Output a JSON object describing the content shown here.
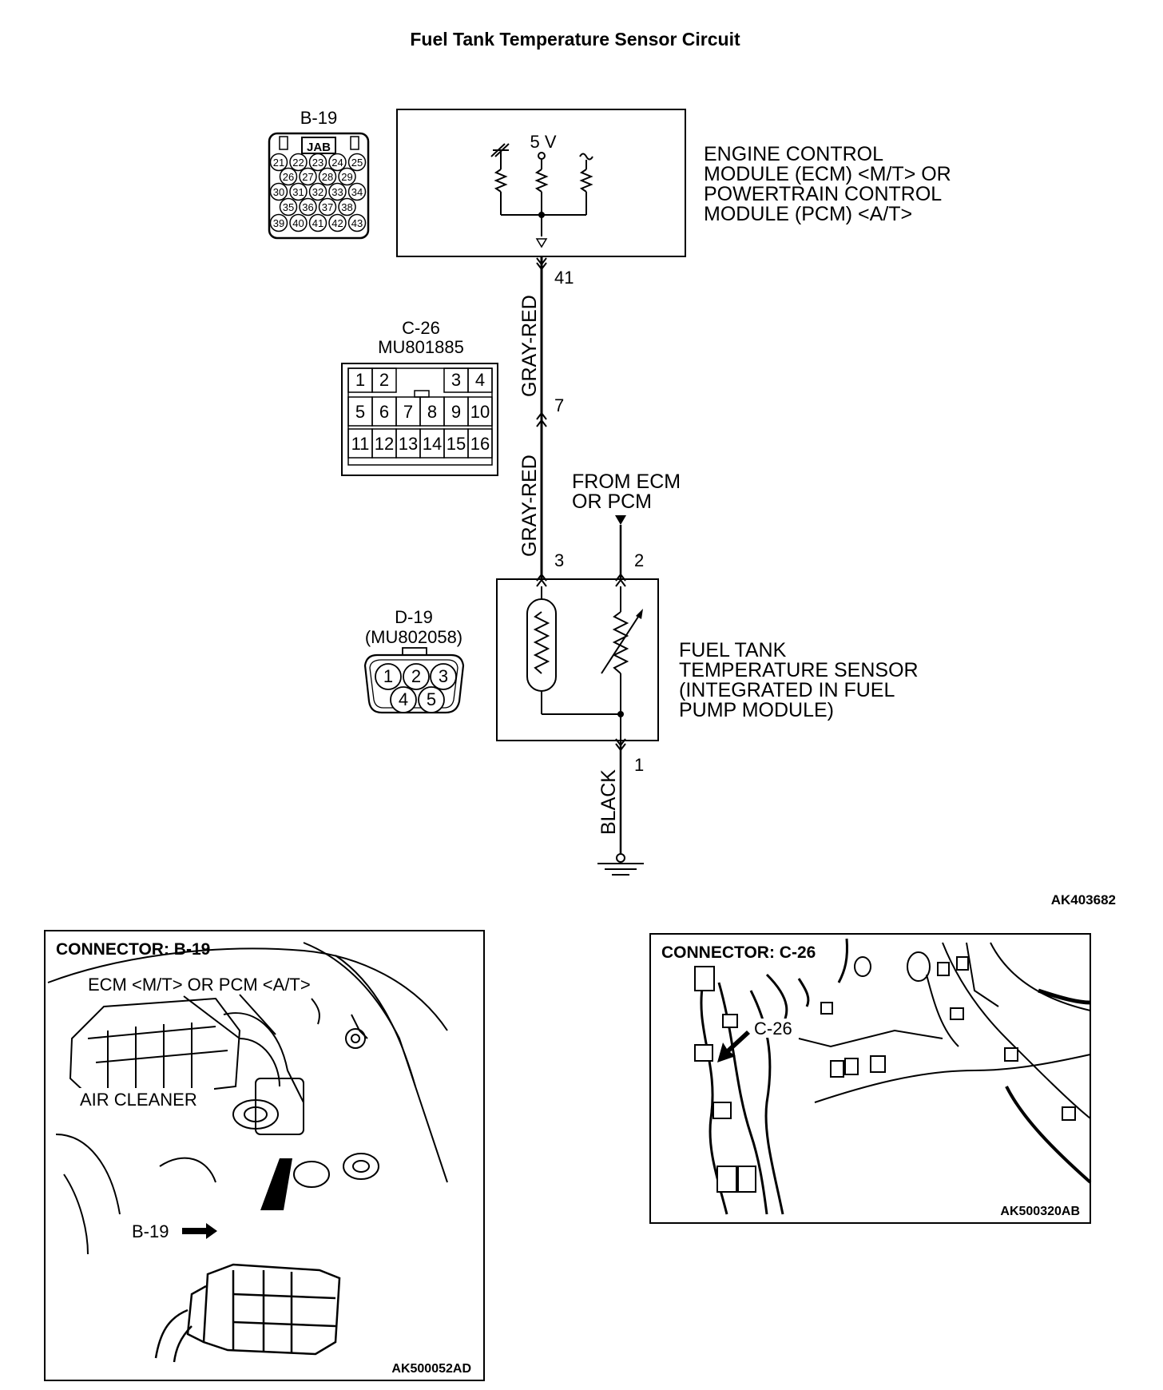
{
  "title": "Fuel Tank Temperature Sensor Circuit",
  "connectors": {
    "b19": {
      "name": "B-19",
      "badge": "JAB",
      "pins_row1": [
        "21",
        "22",
        "23",
        "24",
        "25"
      ],
      "pins_row2": [
        "26",
        "27",
        "28",
        "29"
      ],
      "pins_row3": [
        "30",
        "31",
        "32",
        "33",
        "34"
      ],
      "pins_row4": [
        "35",
        "36",
        "37",
        "38"
      ],
      "pins_row5": [
        "39",
        "40",
        "41",
        "42",
        "43"
      ]
    },
    "c26": {
      "name": "C-26",
      "part": "MU801885",
      "row1": [
        "1",
        "2",
        "3",
        "4"
      ],
      "row2": [
        "5",
        "6",
        "7",
        "8",
        "9",
        "10"
      ],
      "row3": [
        "11",
        "12",
        "13",
        "14",
        "15",
        "16"
      ]
    },
    "d19": {
      "name": "D-19",
      "part": "(MU802058)",
      "pins_top": [
        "1",
        "2",
        "3"
      ],
      "pins_bottom": [
        "4",
        "5"
      ]
    }
  },
  "ecm": {
    "voltage": "5 V",
    "label_lines": [
      "ENGINE CONTROL",
      "MODULE (ECM) <M/T> OR",
      "POWERTRAIN CONTROL",
      "MODULE (PCM) <A/T>"
    ]
  },
  "sensor": {
    "label_lines": [
      "FUEL TANK",
      "TEMPERATURE SENSOR",
      "(INTEGRATED IN FUEL",
      "PUMP MODULE)"
    ]
  },
  "from_ecm_lines": [
    "FROM ECM",
    "OR PCM"
  ],
  "wires": {
    "upper": "GRAY-RED",
    "middle": "GRAY-RED",
    "ground": "BLACK"
  },
  "terminals": {
    "ecm_pin": "41",
    "c26_pin": "7",
    "sensor_pin_signal": "3",
    "sensor_pin_supply": "2",
    "sensor_pin_ground": "1"
  },
  "diagram_code": "AK403682",
  "photo_b19": {
    "heading": "CONNECTOR: B-19",
    "ecm_label": "ECM <M/T> OR PCM <A/T>",
    "air_cleaner": "AIR CLEANER",
    "pointer": "B-19",
    "code": "AK500052AD"
  },
  "photo_c26": {
    "heading": "CONNECTOR: C-26",
    "pointer": "C-26",
    "code": "AK500320AB"
  }
}
